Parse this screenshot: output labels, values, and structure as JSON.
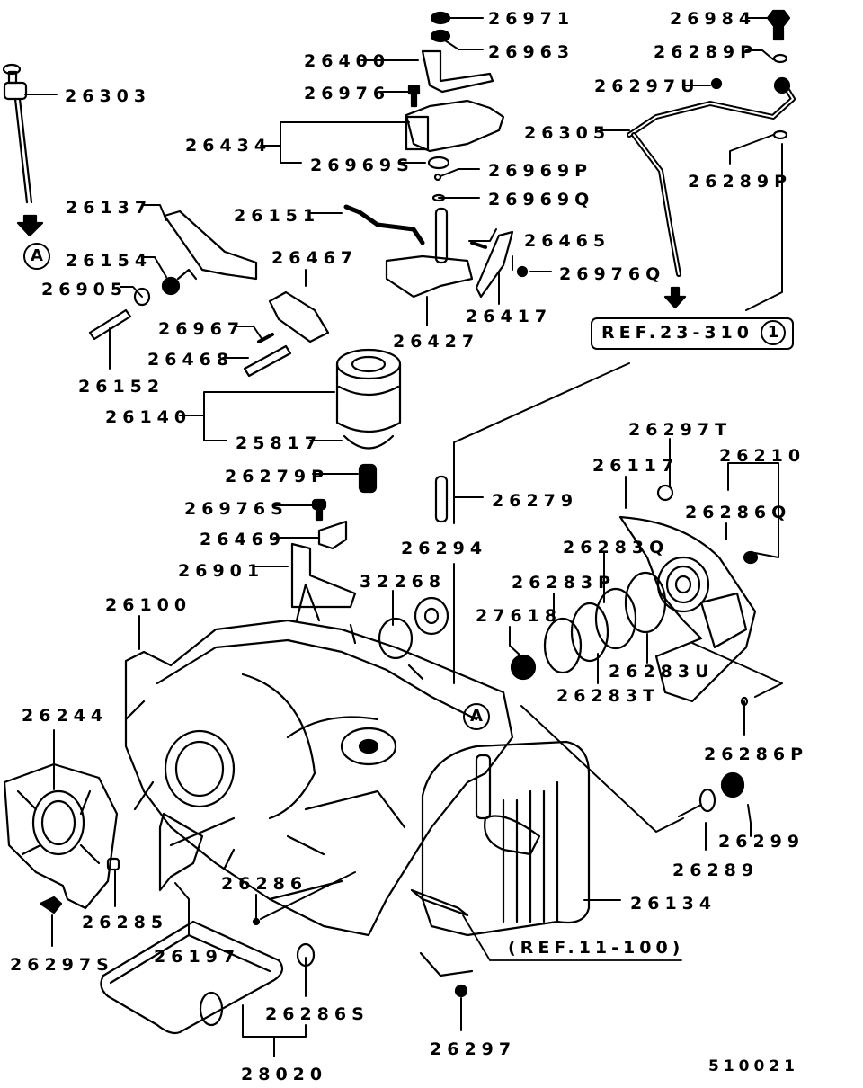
{
  "diagram": {
    "title": "Automatic transaxle case parts diagram",
    "diagram_id": "510021",
    "reference_boxes": [
      {
        "text": "REF.23-310",
        "circle": "1"
      },
      {
        "text": "(REF.11-100)"
      }
    ],
    "connector_markers": [
      "A",
      "A"
    ],
    "part_labels": [
      "26971",
      "26963",
      "26400",
      "26976",
      "26303",
      "26434",
      "26969S",
      "26969P",
      "26969Q",
      "26984",
      "26289P",
      "26297U",
      "26305",
      "26289P",
      "26137",
      "26151",
      "26154",
      "26905",
      "26467",
      "26465",
      "26976Q",
      "26417",
      "26967",
      "26468",
      "26427",
      "26152",
      "26140",
      "25817",
      "26279P",
      "26976S",
      "26469",
      "26901",
      "26279",
      "26294",
      "32268",
      "26100",
      "26297T",
      "26117",
      "26210",
      "26286Q",
      "26283Q",
      "26283P",
      "27618",
      "26283U",
      "26283T",
      "26244",
      "26286P",
      "26299",
      "26289",
      "26134",
      "26286",
      "26285",
      "26197",
      "26297S",
      "26286S",
      "28020",
      "26297"
    ]
  }
}
